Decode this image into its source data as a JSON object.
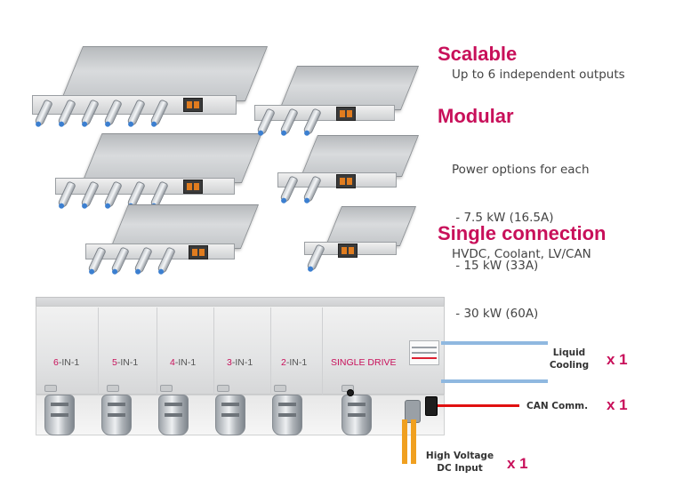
{
  "features": [
    {
      "title": "Scalable",
      "lines": [
        "Up to 6 independent outputs"
      ]
    },
    {
      "title": "Modular",
      "lines": [
        "Power options for each",
        " - 7.5 kW (16.5A)",
        " - 15 kW (33A)",
        " - 30 kW (60A)"
      ]
    },
    {
      "title": "Single connection",
      "lines": [
        "HVDC, Coolant, LV/CAN"
      ]
    }
  ],
  "drive": {
    "labels": [
      {
        "num": "6",
        "rest": "-IN-1"
      },
      {
        "num": "5",
        "rest": "-IN-1"
      },
      {
        "num": "4",
        "rest": "-IN-1"
      },
      {
        "num": "3",
        "rest": "-IN-1"
      },
      {
        "num": "2",
        "rest": "-IN-1"
      }
    ],
    "single": "SINGLE DRIVE"
  },
  "callouts": {
    "cooling_line1": "Liquid",
    "cooling_line2": "Cooling",
    "cooling_mult": "x 1",
    "can": "CAN Comm.",
    "can_mult": "x 1",
    "hv_line1": "High Voltage",
    "hv_line2": "DC Input",
    "hv_mult": "x 1"
  },
  "colors": {
    "accent": "#c8105a",
    "coolant": "#8fb8e0",
    "can": "#e01010",
    "hv": "#f0a020"
  }
}
